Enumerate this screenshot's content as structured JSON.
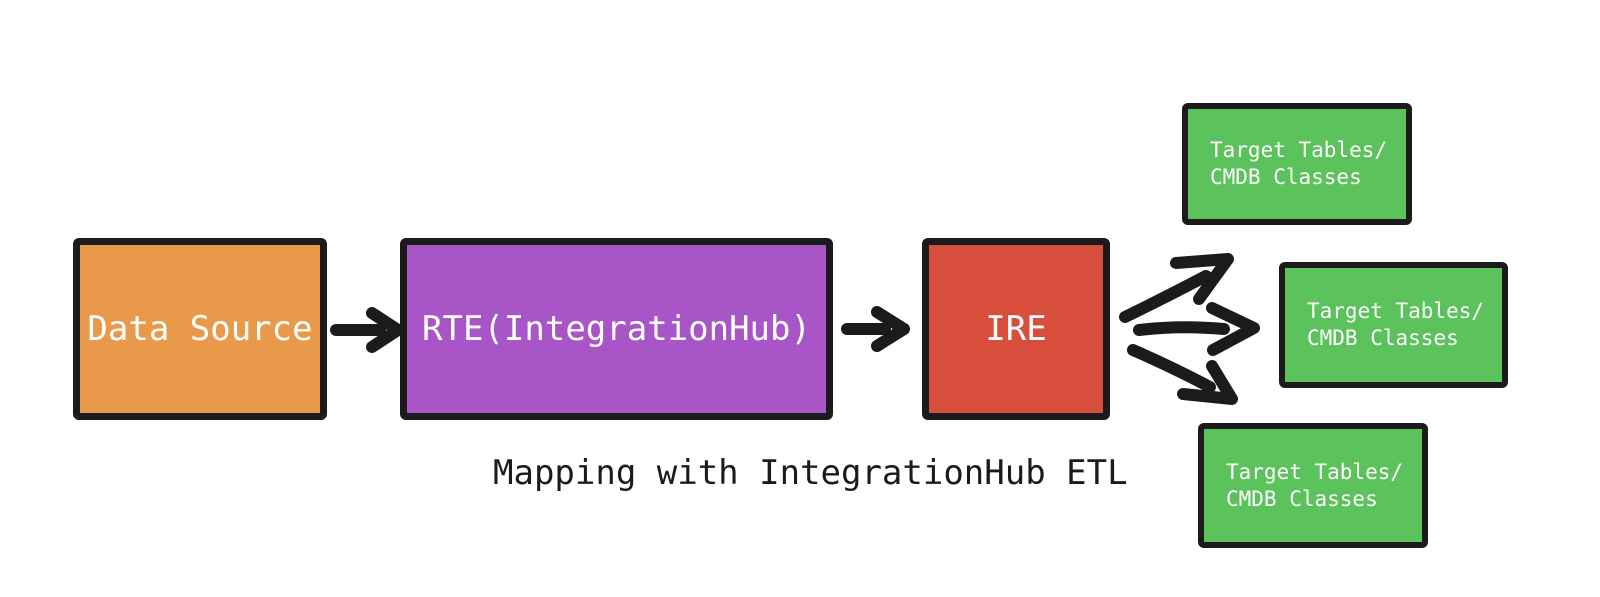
{
  "canvas": {
    "background": "#ffffff",
    "ink": "#1b1b1b"
  },
  "caption": "Mapping with IntegrationHub ETL",
  "nodes": {
    "data_source": {
      "label": "Data Source",
      "fill": "#E8994A"
    },
    "rte": {
      "label": "RTE(IntegrationHub)",
      "fill": "#A855C7"
    },
    "ire": {
      "label": "IRE",
      "fill": "#D84E3C"
    },
    "target_top": {
      "label": "Target Tables/\nCMDB Classes",
      "fill": "#5CC25C"
    },
    "target_middle": {
      "label": "Target Tables/\nCMDB Classes",
      "fill": "#5CC25C"
    },
    "target_bottom": {
      "label": "Target Tables/\nCMDB Classes",
      "fill": "#5CC25C"
    }
  },
  "edges": [
    {
      "from": "data_source",
      "to": "rte"
    },
    {
      "from": "rte",
      "to": "ire"
    },
    {
      "from": "ire",
      "to": "target_top"
    },
    {
      "from": "ire",
      "to": "target_middle"
    },
    {
      "from": "ire",
      "to": "target_bottom"
    }
  ]
}
